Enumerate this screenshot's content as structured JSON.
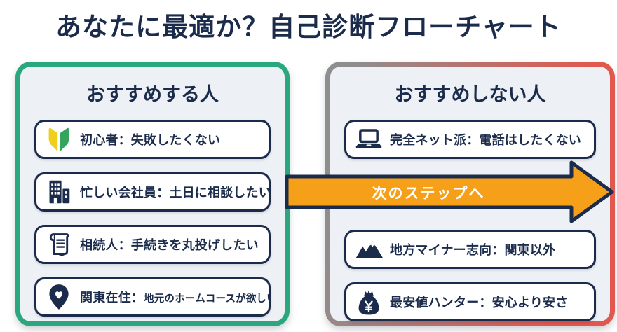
{
  "title": "あなたに最適か？自己診断フローチャート",
  "colors": {
    "navy": "#1B2B4B",
    "green": "#2AA77F",
    "red": "#E2574E",
    "gray": "#8E8E8E",
    "orange": "#F6A019",
    "panel_bg": "#EDF0F4",
    "item_bg": "#FFFFFF",
    "page_bg": "#FFFFFF",
    "wakaba_yellow": "#EFCF1B",
    "wakaba_green": "#35A45C"
  },
  "left_panel": {
    "header": "おすすめする人",
    "items": [
      {
        "icon": "wakaba-beginner-icon",
        "label": "初心者：失敗したくない"
      },
      {
        "icon": "office-building-icon",
        "label": "忙しい会社員：土日に相談したい"
      },
      {
        "icon": "scroll-document-icon",
        "label": "相続人：手続きを丸投げしたい"
      },
      {
        "icon": "location-pin-heart-icon",
        "label": "関東在住：",
        "label_small": "地元のホームコースが欲しい"
      }
    ]
  },
  "right_panel": {
    "header": "おすすめしない人",
    "items": [
      {
        "icon": "laptop-icon",
        "label": "完全ネット派：電話はしたくない"
      },
      {
        "icon": "mountain-icon",
        "label": "地方マイナー志向：関東以外"
      },
      {
        "icon": "money-bag-yen-icon",
        "label": "最安値ハンター：安心より安さ"
      }
    ]
  },
  "arrow": {
    "label": "次のステップへ"
  }
}
